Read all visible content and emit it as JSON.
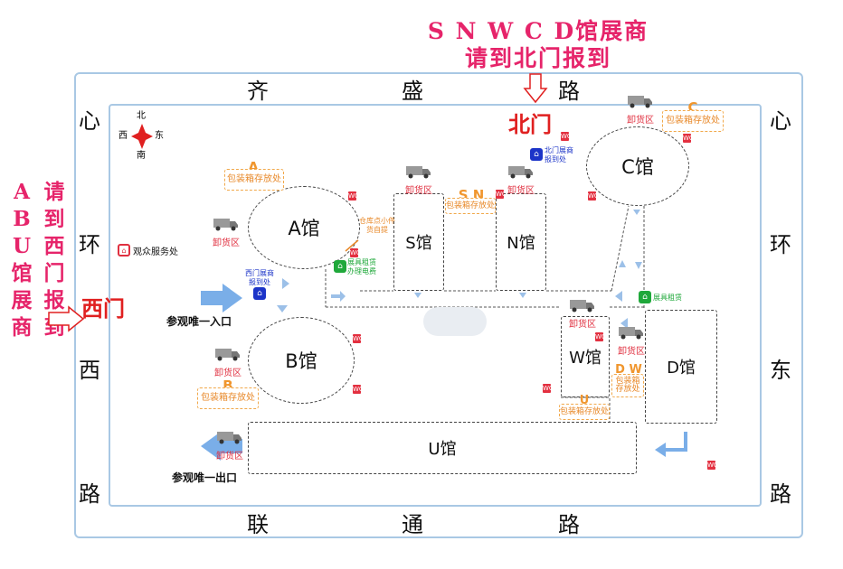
{
  "notices": {
    "top_line1": "S N W C D馆展商",
    "top_line2": "请到北门报到",
    "left_col1": [
      "A",
      "B",
      "U",
      "馆",
      "展",
      "商"
    ],
    "left_col2": [
      "请",
      "到",
      "西",
      "门",
      "报",
      "到"
    ]
  },
  "roads": {
    "north": [
      "齐",
      "盛",
      "路"
    ],
    "south": [
      "联",
      "通",
      "路"
    ],
    "west": [
      "心",
      "环",
      "西",
      "路"
    ],
    "east": [
      "心",
      "环",
      "东",
      "路"
    ]
  },
  "compass": {
    "n": "北",
    "s": "南",
    "w": "西",
    "e": "东"
  },
  "gates": {
    "north": "北门",
    "west": "西门"
  },
  "halls": {
    "a": "A馆",
    "b": "B馆",
    "c": "C馆",
    "s": "S馆",
    "n": "N馆",
    "w": "W馆",
    "d": "D馆",
    "u": "U馆"
  },
  "storage": {
    "a_letter": "A",
    "a_text": "包装箱存放处",
    "b_letter": "B",
    "b_text": "包装箱存放处",
    "c_letter": "C",
    "c_text": "包装箱存放处",
    "sn_letter": "S N",
    "sn_text": "包装箱存放处",
    "u_letter": "U",
    "u_text": "包装箱存放处",
    "dw_letter": "D W",
    "dw_text": "包装箱存放处"
  },
  "unload_label": "卸货区",
  "services": {
    "audience": "观众服务处",
    "north_reg": "北门展商报到处",
    "west_reg": "西门展商报到处",
    "furniture_a": "展具租赁办理电费",
    "furniture_d": "展具租赁",
    "storage_a": "仓库点小件货自提"
  },
  "entrance": "参观唯一入口",
  "exit": "参观唯一出口",
  "wc_label": "WC",
  "colors": {
    "road_border": "#a9c8e4",
    "notice_pink": "#e6246a",
    "gate_red": "#e02020",
    "storage_orange": "#f0962e",
    "arrow_blue": "#7aaee8"
  }
}
